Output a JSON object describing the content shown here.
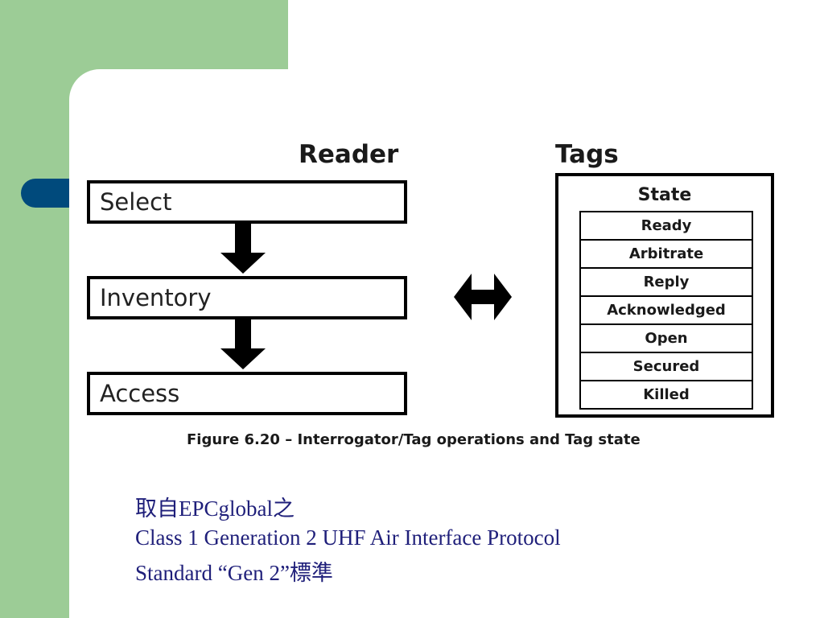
{
  "reader": {
    "heading": "Reader",
    "steps": [
      "Select",
      "Inventory",
      "Access"
    ]
  },
  "tags": {
    "heading": "Tags",
    "state_title": "State",
    "states": [
      "Ready",
      "Arbitrate",
      "Reply",
      "Acknowledged",
      "Open",
      "Secured",
      "Killed"
    ]
  },
  "caption": "Figure 6.20 – Interrogator/Tag operations and Tag state",
  "source": {
    "line1": "取自EPCglobal之",
    "line2": "Class 1 Generation 2 UHF Air Interface Protocol",
    "line3": "Standard “Gen 2”標準"
  },
  "colors": {
    "green_panel": "#9ccc96",
    "navy_accent": "#004a7c",
    "source_text": "#1f1f7a"
  }
}
